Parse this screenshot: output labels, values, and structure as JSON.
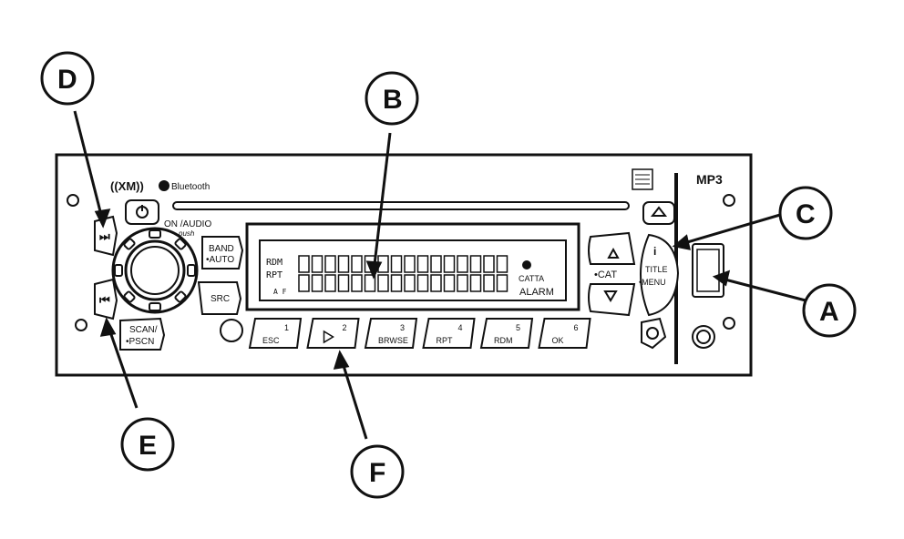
{
  "brand": {
    "xm": "((XM))",
    "bluetooth": "Bluetooth",
    "mp3": "MP3"
  },
  "callouts": {
    "A": "A",
    "B": "B",
    "C": "C",
    "D": "D",
    "E": "E",
    "F": "F"
  },
  "labels": {
    "on_audio": "ON /AUDIO",
    "push": "push",
    "band": "BAND",
    "auto": "•AUTO",
    "src": "SRC",
    "scan": "SCAN/",
    "pscn": "•PSCN",
    "cat": "•CAT",
    "info": "i",
    "title": "TITLE",
    "menu": "•MENU"
  },
  "display": {
    "rdm": "RDM",
    "rpt": "RPT",
    "af": "A F",
    "catta": "CATTA",
    "alarm": "ALARM"
  },
  "presets": [
    {
      "num": "1",
      "label": "ESC"
    },
    {
      "num": "2",
      "label": ""
    },
    {
      "num": "3",
      "label": "BRWSE"
    },
    {
      "num": "4",
      "label": "RPT"
    },
    {
      "num": "5",
      "label": "RDM"
    },
    {
      "num": "6",
      "label": "OK"
    }
  ],
  "icons": {
    "power": "power-icon",
    "eject": "eject-icon",
    "next": "next-track-icon",
    "prev": "previous-track-icon",
    "up": "up-arrow-icon",
    "down": "down-arrow-icon",
    "clock": "clock-icon",
    "play": "play-icon"
  }
}
